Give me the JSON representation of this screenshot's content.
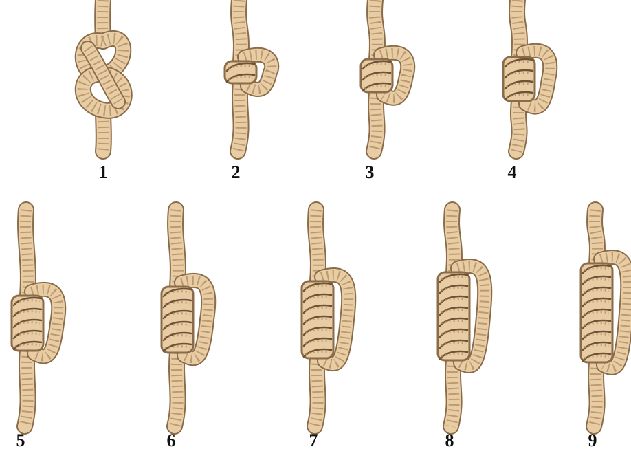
{
  "colors": {
    "rope_fill": "#e8cda4",
    "rope_outline": "#8a6c4a",
    "rope_twist": "#b18c63",
    "coil_band": "#6e5236",
    "background": "#ffffff",
    "label": "#111111"
  },
  "knots": [
    {
      "label": "1",
      "type": "figure-eight",
      "coils": 0
    },
    {
      "label": "2",
      "type": "coil",
      "coils": 2
    },
    {
      "label": "3",
      "type": "coil",
      "coils": 3
    },
    {
      "label": "4",
      "type": "coil",
      "coils": 4
    },
    {
      "label": "5",
      "type": "coil",
      "coils": 5
    },
    {
      "label": "6",
      "type": "coil",
      "coils": 6
    },
    {
      "label": "7",
      "type": "coil",
      "coils": 7
    },
    {
      "label": "8",
      "type": "coil",
      "coils": 8
    },
    {
      "label": "9",
      "type": "coil",
      "coils": 9
    }
  ]
}
